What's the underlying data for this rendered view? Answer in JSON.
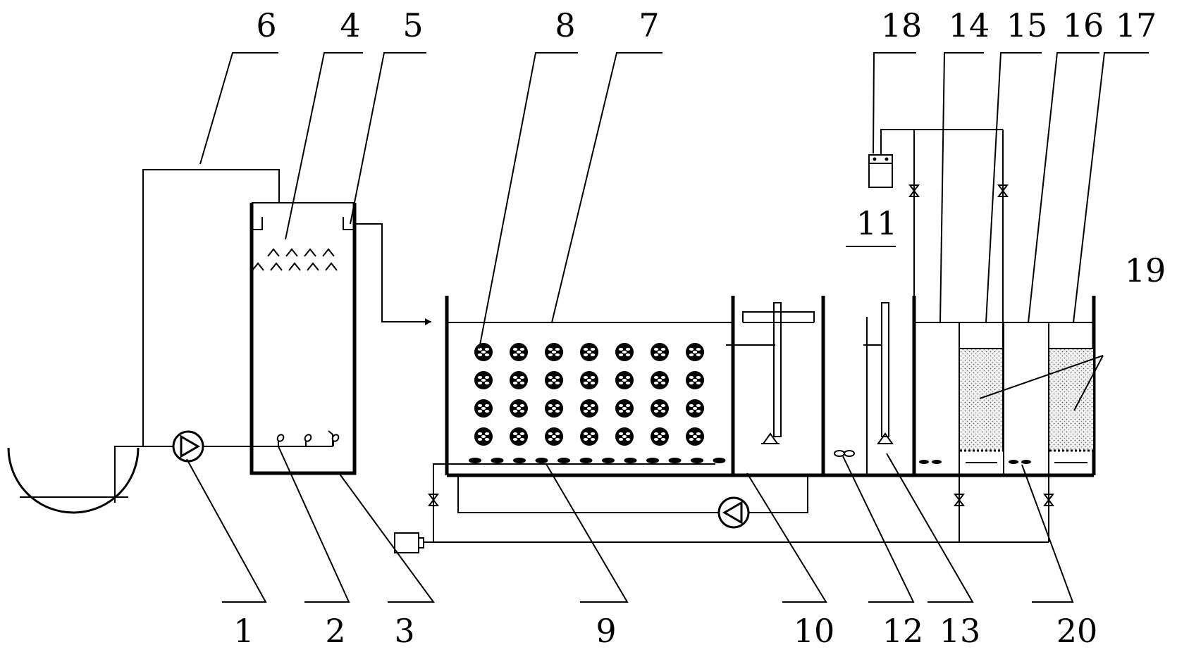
{
  "labels": {
    "n1": "1",
    "n2": "2",
    "n3": "3",
    "n4": "4",
    "n5": "5",
    "n6": "6",
    "n7": "7",
    "n8": "8",
    "n9": "9",
    "n10": "10",
    "n11": "11",
    "n12": "12",
    "n13": "13",
    "n14": "14",
    "n15": "15",
    "n16": "16",
    "n17": "17",
    "n18": "18",
    "n19": "19",
    "n20": "20"
  },
  "components": {
    "carrier_rows": 4,
    "carrier_cols": 7,
    "aerator_count": 12,
    "diffuser_count": 3
  }
}
